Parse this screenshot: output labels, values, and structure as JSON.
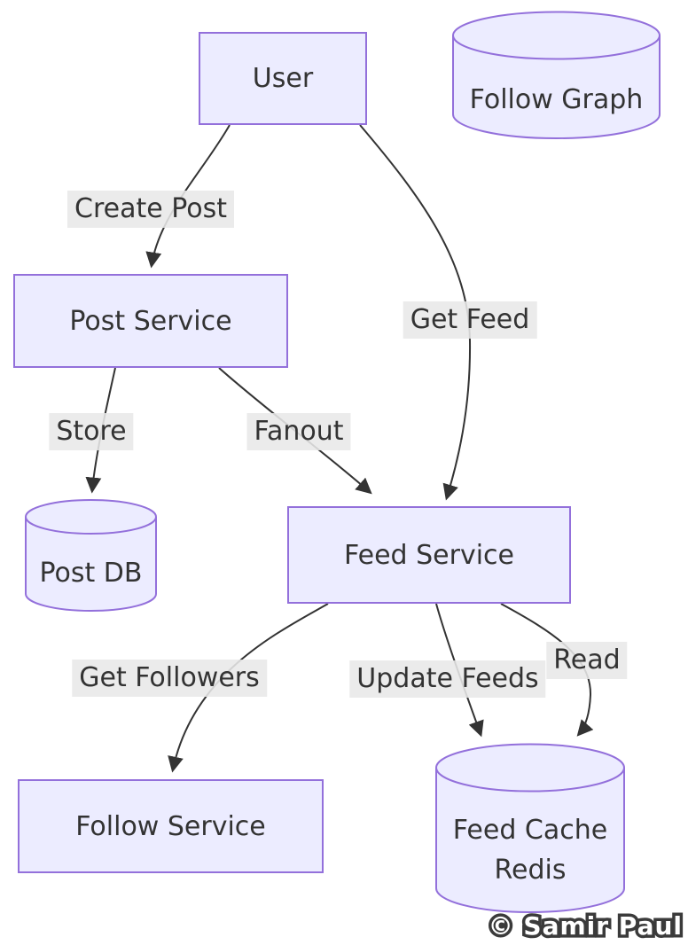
{
  "diagram": {
    "type": "flowchart",
    "nodes": {
      "user": {
        "label": "User",
        "shape": "rectangle"
      },
      "follow_graph": {
        "label": "Follow Graph",
        "shape": "cylinder"
      },
      "post_service": {
        "label": "Post Service",
        "shape": "rectangle"
      },
      "post_db": {
        "label": "Post DB",
        "shape": "cylinder"
      },
      "feed_service": {
        "label": "Feed Service",
        "shape": "rectangle"
      },
      "follow_service": {
        "label": "Follow Service",
        "shape": "rectangle"
      },
      "feed_cache": {
        "label": "Feed Cache Redis",
        "line1": "Feed Cache",
        "line2": "Redis",
        "shape": "cylinder"
      }
    },
    "edges": [
      {
        "from": "User",
        "to": "Post Service",
        "label": "Create Post"
      },
      {
        "from": "User",
        "to": "Feed Service",
        "label": "Get Feed"
      },
      {
        "from": "Post Service",
        "to": "Post DB",
        "label": "Store"
      },
      {
        "from": "Post Service",
        "to": "Feed Service",
        "label": "Fanout"
      },
      {
        "from": "Feed Service",
        "to": "Follow Service",
        "label": "Get Followers"
      },
      {
        "from": "Feed Service",
        "to": "Feed Cache Redis",
        "label": "Update Feeds"
      },
      {
        "from": "Feed Service",
        "to": "Feed Cache Redis",
        "label": "Read"
      }
    ],
    "colors": {
      "node_fill": "#ECECFF",
      "node_border": "#9370DB",
      "edge_stroke": "#333333",
      "edge_label_bg": "#e8e8e8",
      "text": "#333333",
      "background": "#ffffff",
      "watermark_fill": "#ffffff",
      "watermark_outline": "#3b3b3b"
    },
    "watermark": "© Samir Paul"
  }
}
